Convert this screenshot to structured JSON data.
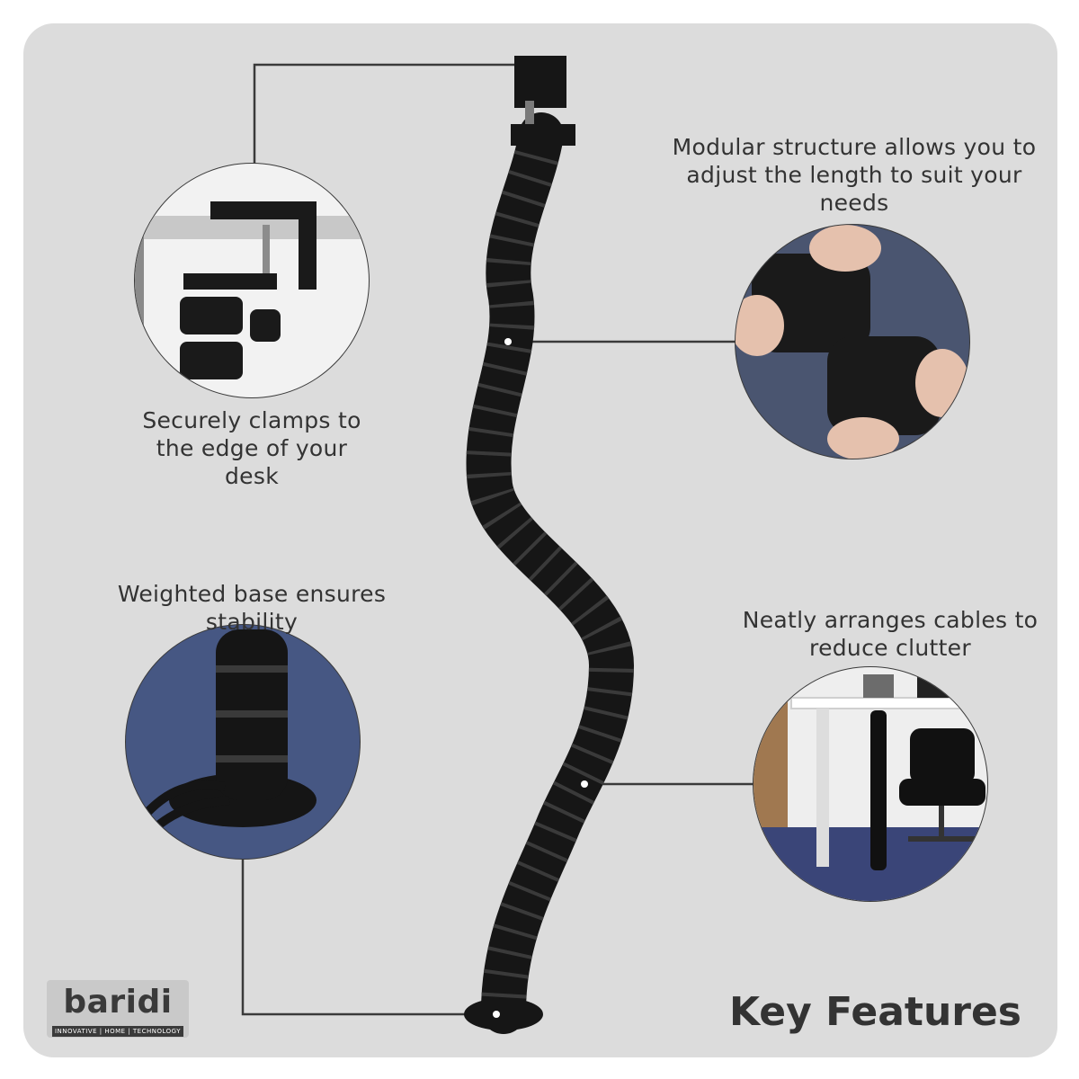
{
  "brand": {
    "name": "baridi",
    "tagline": "INNOVATIVE | HOME | TECHNOLOGY"
  },
  "title": "Key Features",
  "features": [
    {
      "id": "clamp",
      "text": "Securely clamps to the edge of your desk"
    },
    {
      "id": "modular",
      "text": "Modular structure allows you to adjust the length to suit your needs"
    },
    {
      "id": "base",
      "text": "Weighted base ensures stability"
    },
    {
      "id": "neat",
      "text": "Neatly arranges cables to reduce clutter"
    }
  ],
  "colors": {
    "background": "#dcdcdc",
    "text": "#333333",
    "product": "#111111",
    "line": "#3a3a3a"
  }
}
